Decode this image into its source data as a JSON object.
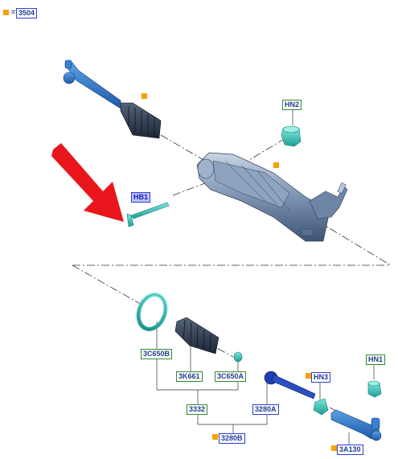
{
  "header": {
    "equals": "=",
    "code": "3504"
  },
  "labels": {
    "hn2": "HN2",
    "hb1": "HB1",
    "hn1": "HN1",
    "hn3": "HN3",
    "c650b": "3C650B",
    "k661": "3K661",
    "c650a": "3C650A",
    "p3332": "3332",
    "p3280a": "3280A",
    "p3280b": "3280B",
    "p3a130": "3A130"
  },
  "colors": {
    "part_blue": "#2f73c4",
    "part_teal": "#2fc0b4",
    "rack_grey": "#6f87a6",
    "boot_dark": "#2a3a52",
    "arrow_red": "#e8161c",
    "marker_orange": "#f4a300",
    "label_green": "#2f8a2f",
    "label_blue": "#2b3fd6"
  }
}
